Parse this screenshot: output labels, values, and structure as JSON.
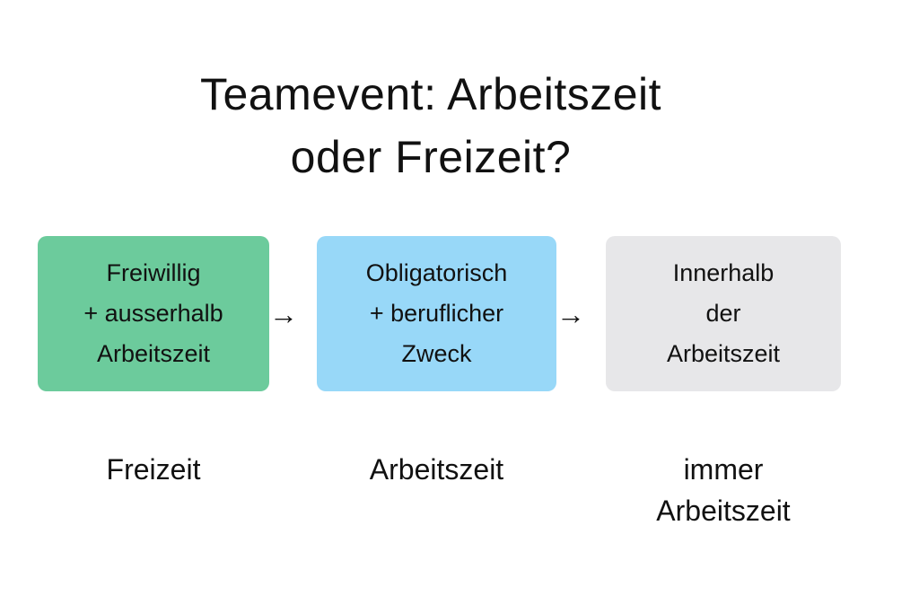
{
  "title": {
    "line1": "Teamevent: Arbeitszeit",
    "line2": "oder Freizeit?"
  },
  "boxes": [
    {
      "lines": [
        "Freiwillig",
        "+ ausserhalb",
        "Arbeitszeit"
      ],
      "color": "#6ccb9c"
    },
    {
      "lines": [
        "Obligatorisch",
        "+ beruflicher",
        "Zweck"
      ],
      "color": "#98d8f8"
    },
    {
      "lines": [
        "Innerhalb",
        "der",
        "Arbeitszeit"
      ],
      "color": "#e7e7e9"
    }
  ],
  "arrows": [
    "→",
    "→"
  ],
  "results": [
    {
      "lines": [
        "Freizeit"
      ]
    },
    {
      "lines": [
        "Arbeitszeit"
      ]
    },
    {
      "lines": [
        "immer",
        "Arbeitszeit"
      ]
    }
  ]
}
